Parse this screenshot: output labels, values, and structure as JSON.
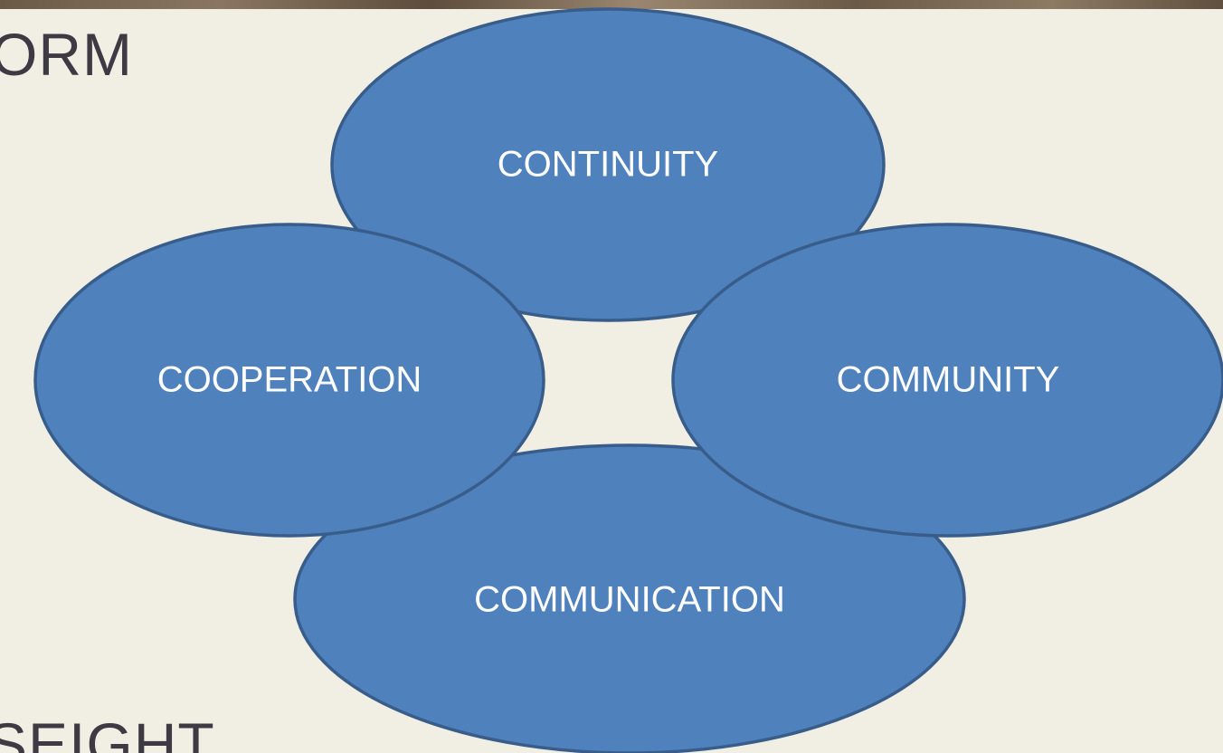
{
  "background_text": {
    "top": "ORM",
    "bottom": "SEIGHT"
  },
  "colors": {
    "background": "#f1eee3",
    "ellipse_fill": "#4f81bd",
    "ellipse_stroke": "#385d8a",
    "label": "#ffffff",
    "background_text": "#3d3a44"
  },
  "diagram": {
    "nodes": [
      {
        "id": "continuity",
        "label": "CONTINUITY"
      },
      {
        "id": "cooperation",
        "label": "COOPERATION"
      },
      {
        "id": "community",
        "label": "COMMUNITY"
      },
      {
        "id": "communication",
        "label": "COMMUNICATION"
      }
    ]
  }
}
